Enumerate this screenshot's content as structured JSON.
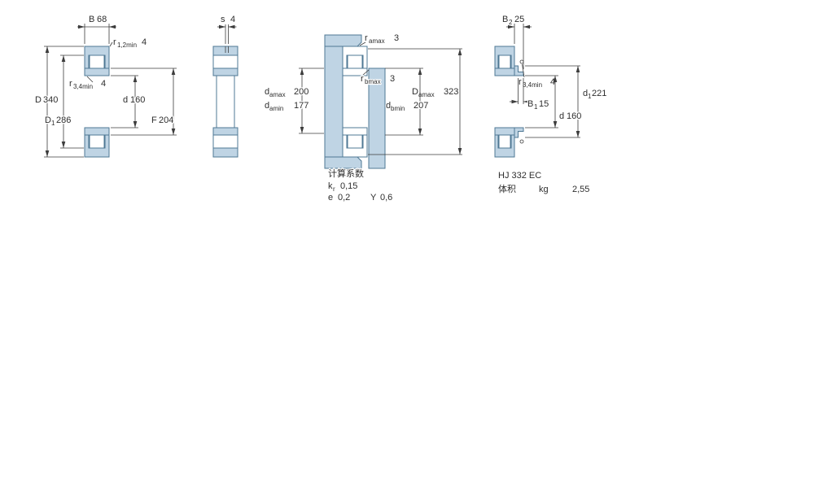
{
  "colors": {
    "section_fill": "#bfd4e4",
    "outline": "#4f7894",
    "dimension": "#3c3c3c",
    "background": "#ffffff"
  },
  "fig1": {
    "b_label": "B",
    "b_value": "68",
    "r12_base": "r",
    "r12_sub": "1,2min",
    "r12_value": "4",
    "r34_base": "r",
    "r34_sub": "3,4min",
    "r34_value": "4",
    "D_label": "D",
    "D_value": "340",
    "D1_base": "D",
    "D1_sub": "1",
    "D1_value": "286",
    "d_label": "d",
    "d_value": "160",
    "F_label": "F",
    "F_value": "204"
  },
  "fig2": {
    "s_label": "s",
    "s_value": "4"
  },
  "fig3": {
    "ramax_base": "r",
    "ramax_sub": "amax",
    "ramax_value": "3",
    "rbmax_base": "r",
    "rbmax_sub": "bmax",
    "rbmax_value": "3",
    "damax_base": "d",
    "damax_sub": "amax",
    "damax_value": "200",
    "damin_base": "d",
    "damin_sub": "amin",
    "damin_value": "177",
    "Damax_base": "D",
    "Damax_sub": "amax",
    "Damax_value": "323",
    "dbmin_base": "d",
    "dbmin_sub": "bmin",
    "dbmin_value": "207",
    "calc_title": "计算系数",
    "kr_base": "k",
    "kr_sub": "r",
    "kr_value": "0,15",
    "e_label": "e",
    "e_value": "0,2",
    "y_label": "Y",
    "y_value": "0,6"
  },
  "fig4": {
    "b2_base": "B",
    "b2_sub": "2",
    "b2_value": "25",
    "r34_base": "r",
    "r34_sub": "3,4min",
    "r34_value": "4",
    "b1_base": "B",
    "b1_sub": "1",
    "b1_value": "15",
    "d1_base": "d",
    "d1_sub": "1",
    "d1_value": "221",
    "d_label": "d",
    "d_value": "160",
    "designation": "HJ 332 EC",
    "mass_label": "体积",
    "mass_unit": "kg",
    "mass_value": "2,55"
  }
}
